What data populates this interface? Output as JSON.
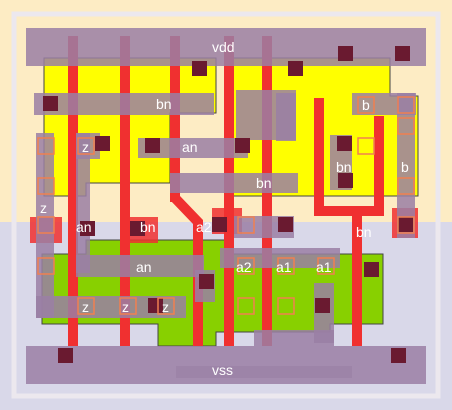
{
  "cell": {
    "colors": {
      "nwell": "#fdecc4",
      "pwell": "#d9d8e9",
      "outline": "#ece8ee",
      "pdiff": "#ffff00",
      "ndiff": "#88d000",
      "metal1": "#9a7fa4",
      "poly": "#f03030",
      "contact": "#6a1a30",
      "via_box": "#f08050"
    },
    "rails": {
      "top": "vdd",
      "bottom": "vss"
    },
    "labels": {
      "vdd": "vdd",
      "vss": "vss",
      "bn_1": "bn",
      "bn_2": "bn",
      "bn_3": "bn",
      "bn_4": "bn",
      "bn_5": "bn",
      "b_1": "b",
      "b_2": "b",
      "an_1": "an",
      "an_2": "an",
      "an_3": "an",
      "z_1": "z",
      "z_2": "z",
      "z_3": "z",
      "z_4": "z",
      "z_5": "z",
      "a2_1": "a2",
      "a2_2": "a2",
      "a1_1": "a1",
      "a1_2": "a1"
    }
  }
}
